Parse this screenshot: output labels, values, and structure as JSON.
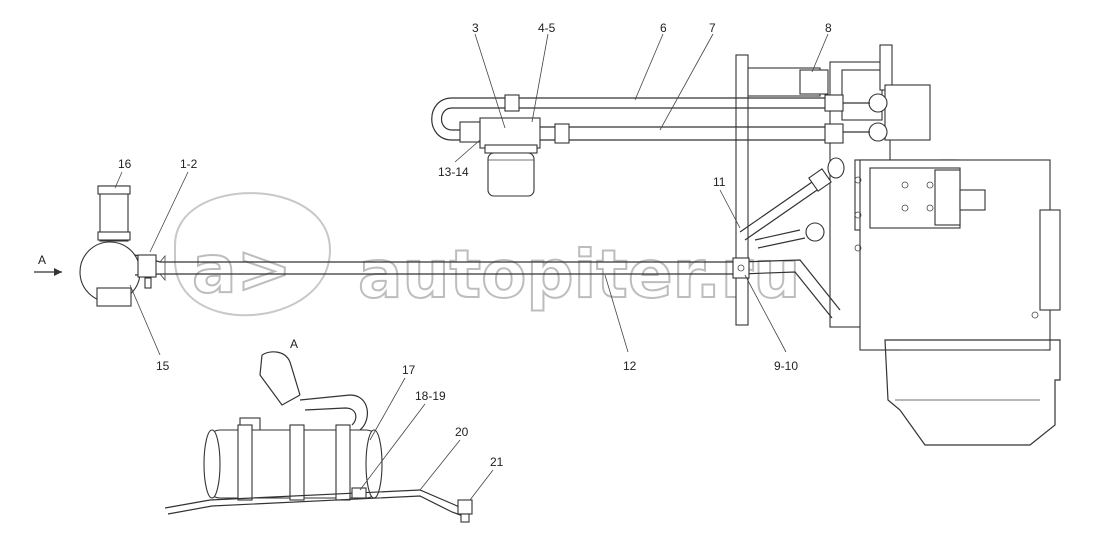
{
  "labels": {
    "l3": "3",
    "l45": "4-5",
    "l6": "6",
    "l7": "7",
    "l8": "8",
    "l1314": "13-14",
    "l16": "16",
    "l12top": "1-2",
    "l11": "11",
    "l15": "15",
    "l12": "12",
    "l910": "9-10",
    "lA": "A",
    "lAview": "A",
    "l17": "17",
    "l1819": "18-19",
    "l20": "20",
    "l21": "21"
  },
  "watermark": {
    "text": "autopiter.ru",
    "logo_letters": "a>"
  },
  "colors": {
    "line": "#333333",
    "watermark": "#bdbdbd",
    "background": "#ffffff"
  }
}
